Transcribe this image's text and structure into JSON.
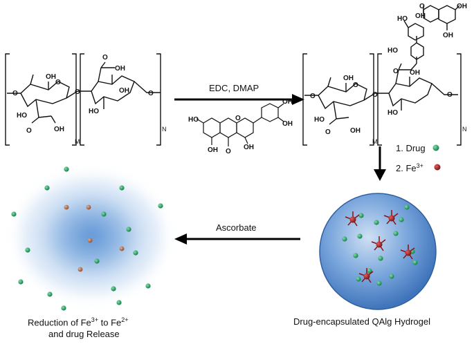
{
  "reagents": {
    "label": "EDC, DMAP"
  },
  "steps": {
    "step1": "1. Drug",
    "step2": "2. Fe",
    "step2_sup": "3+"
  },
  "ascorbate": {
    "label": "Ascorbate"
  },
  "captions": {
    "hydrogel": "Drug-encapsulated QAlg Hydrogel",
    "reduction_line1_a": "Reduction of Fe",
    "reduction_line1_sup1": "3+",
    "reduction_line1_b": " to Fe",
    "reduction_line1_sup2": "2+",
    "reduction_line2": "and drug Release"
  },
  "polymer_labels": {
    "left_M": "M",
    "left_N": "N",
    "right_M": "M",
    "right_N": "N"
  },
  "atoms": {
    "HO": "HO",
    "OH": "OH",
    "O": "O"
  },
  "colors": {
    "drug": "#1e9a5a",
    "fe3": "#9e1a1a",
    "fe2": "#b87050",
    "sphere": "#4a86cc",
    "arrow": "#000000"
  }
}
